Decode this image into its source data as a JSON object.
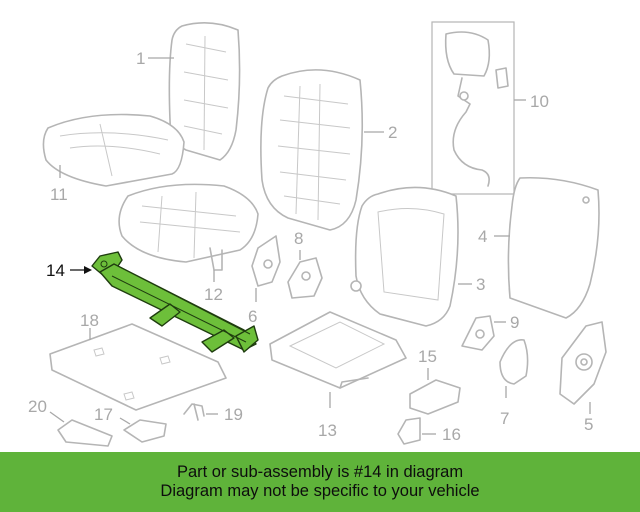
{
  "callouts": {
    "c1": "1",
    "c2": "2",
    "c3": "3",
    "c4": "4",
    "c5": "5",
    "c6": "6",
    "c7": "7",
    "c8": "8",
    "c9": "9",
    "c10": "10",
    "c11": "11",
    "c12": "12",
    "c13": "13",
    "c14": "14",
    "c15": "15",
    "c16": "16",
    "c17": "17",
    "c18": "18",
    "c19": "19",
    "c20": "20"
  },
  "colors": {
    "highlight": "#6dbf3a",
    "banner": "#5fb33a",
    "line_art": "#b5b5b5"
  },
  "banner": {
    "line1": "Part or sub-assembly is #14 in diagram",
    "line2": "Diagram may not be specific to your vehicle"
  }
}
